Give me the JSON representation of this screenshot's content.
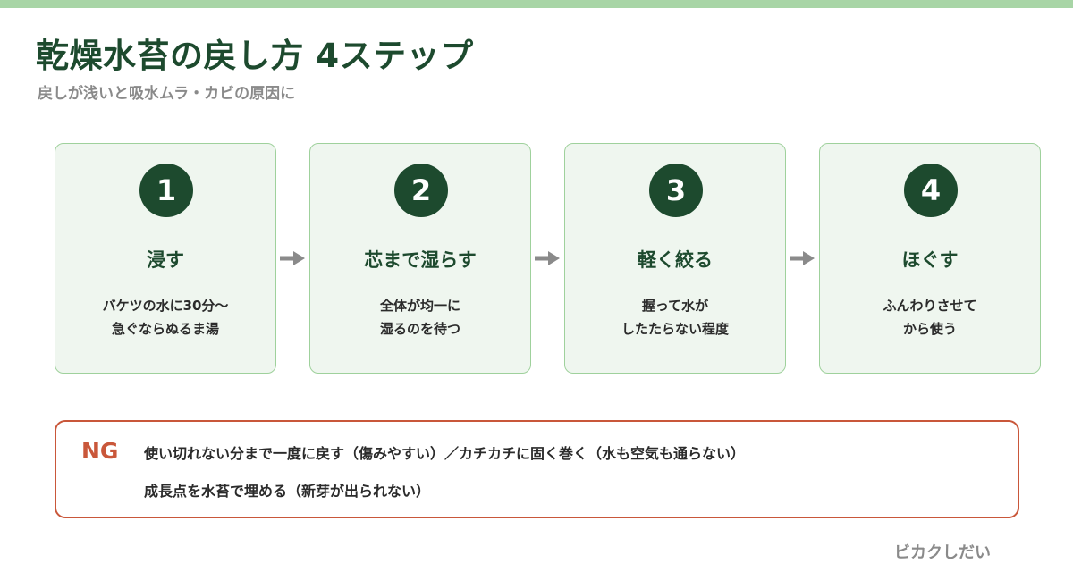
{
  "title": "乾燥水苔の戻し方 4ステップ",
  "subtitle": "戻しが浅いと吸水ムラ・カビの原因に",
  "steps": [
    {
      "num": "1",
      "title": "浸す",
      "desc": [
        "バケツの水に30分〜",
        "急ぐならぬるま湯"
      ]
    },
    {
      "num": "2",
      "title": "芯まで湿らす",
      "desc": [
        "全体が均一に",
        "湿るのを待つ"
      ]
    },
    {
      "num": "3",
      "title": "軽く絞る",
      "desc": [
        "握って水が",
        "したたらない程度"
      ]
    },
    {
      "num": "4",
      "title": "ほぐす",
      "desc": [
        "ふんわりさせて",
        "から使う"
      ]
    }
  ],
  "ng": {
    "label": "NG",
    "lines": [
      "使い切れない分まで一度に戻す（傷みやすい）／カチカチに固く巻く（水も空気も通らない）",
      "成長点を水苔で埋める（新芽が出られない）"
    ]
  },
  "footer": "ビカクしだい",
  "colors": {
    "accent_dark": "#1d4a2e",
    "accent_light": "#a8d5a6",
    "card_bg": "#eff6ef",
    "ng_red": "#c9573a",
    "muted": "#8a8a8a"
  },
  "icons": {
    "arrow": "arrow-right-icon"
  }
}
